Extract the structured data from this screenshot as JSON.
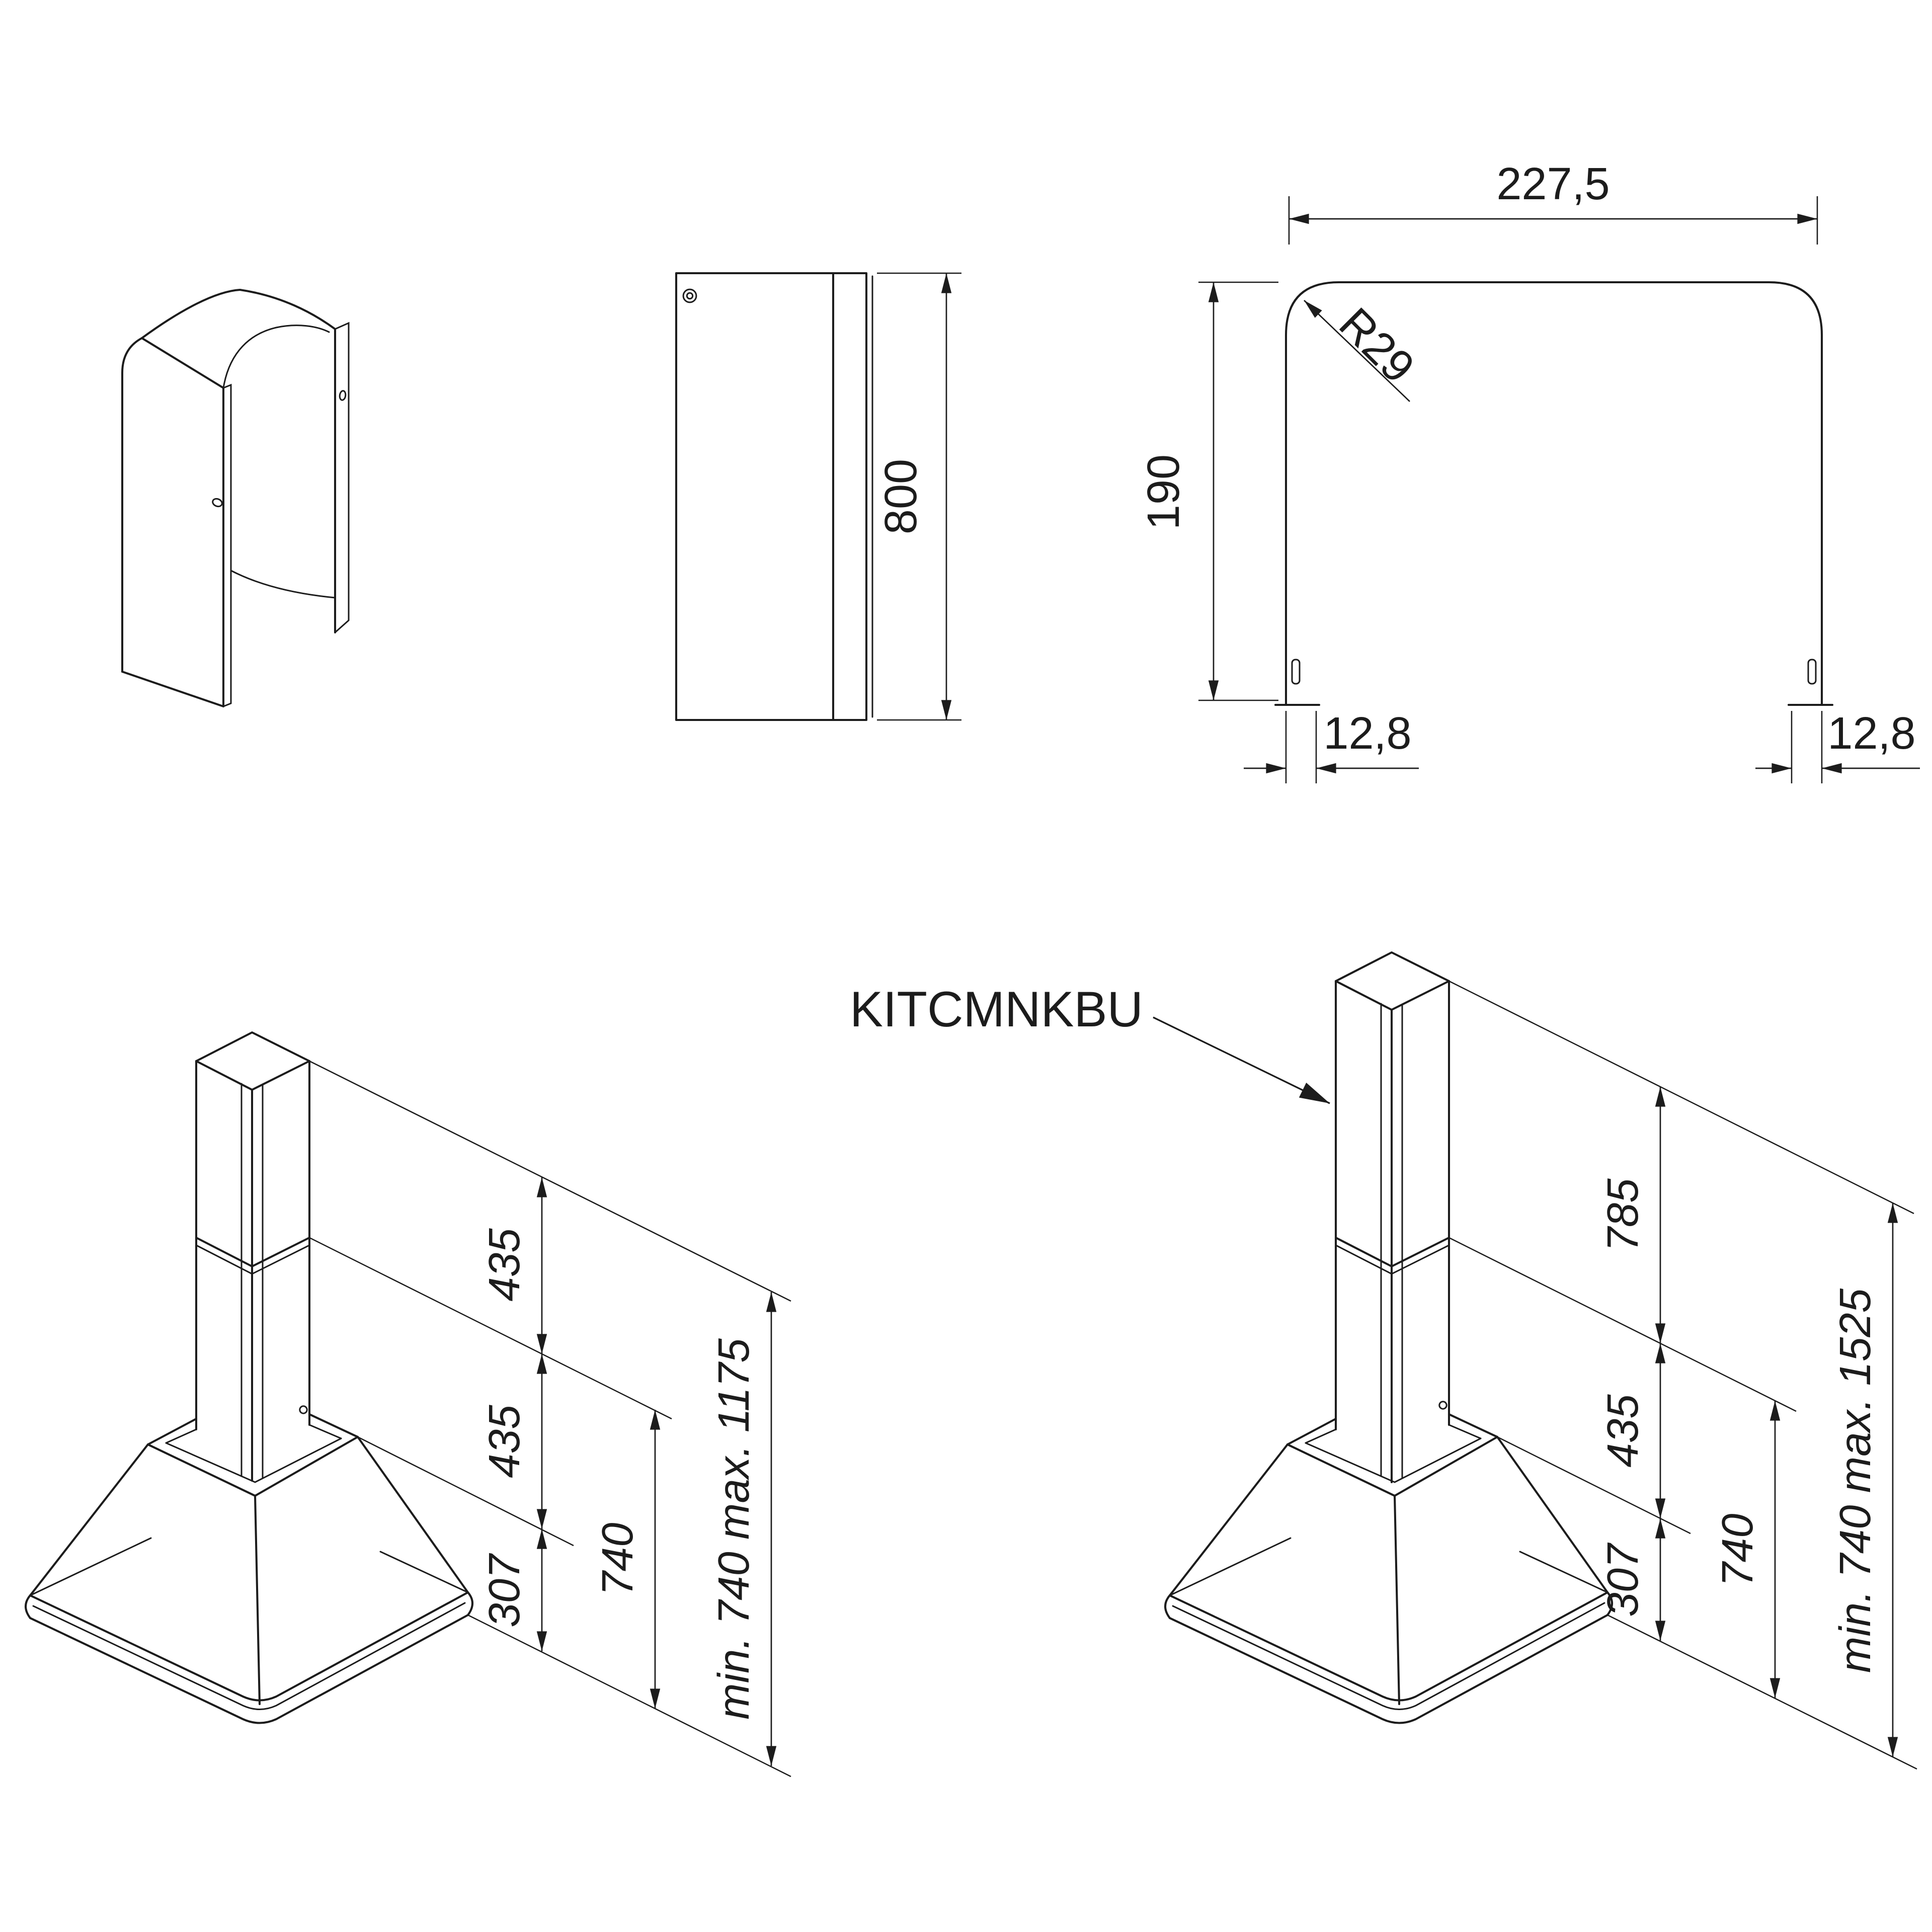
{
  "page": {
    "background": "#ffffff",
    "ink": "#1c1c1c"
  },
  "kit_top_view": {
    "width": "227,5",
    "corner_radius": "R29",
    "depth": "190",
    "flange_left": "12,8",
    "flange_right": "12,8"
  },
  "kit_front_view": {
    "height": "800"
  },
  "hood_standard": {
    "chimney_upper": "435",
    "chimney_lower": "435",
    "hood_body": "307",
    "hood_clearance": "740",
    "overall_range": "min. 740 max. 1175"
  },
  "hood_extended": {
    "kit_code": "KITCMNKBU",
    "chimney_upper": "785",
    "chimney_lower": "435",
    "hood_body": "307",
    "hood_clearance": "740",
    "overall_range": "min. 740 max. 1525"
  }
}
